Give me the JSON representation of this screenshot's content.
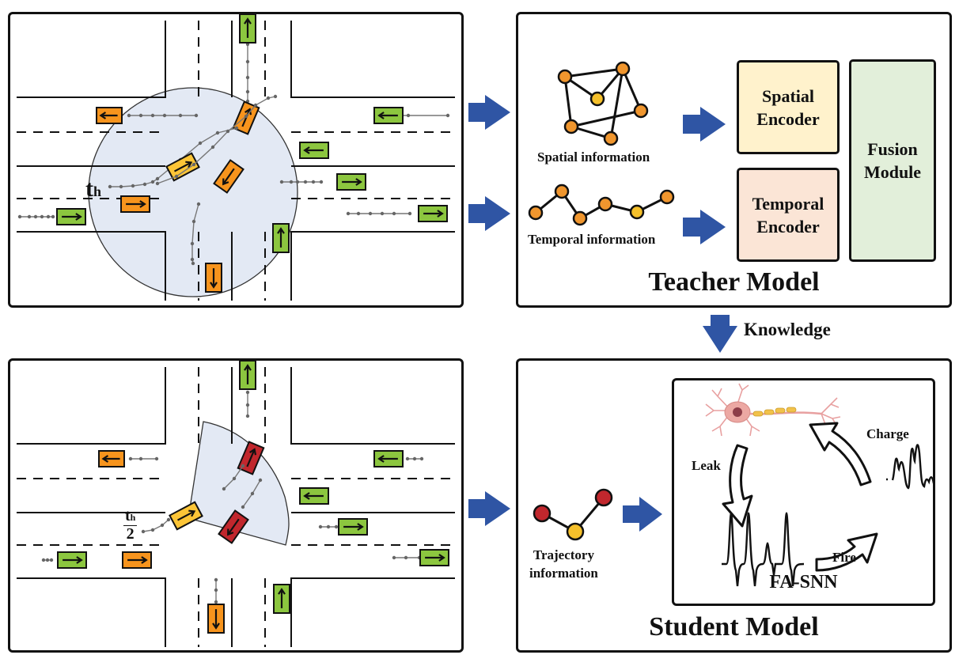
{
  "colors": {
    "arrow_blue": "#2f55a4",
    "car_green": "#8cc63f",
    "car_orange": "#f7941d",
    "car_yellow": "#fcc537",
    "car_red": "#c1272d",
    "interaction_zone": "#e3e9f4",
    "spatial_encoder_fill": "#fff2cc",
    "temporal_encoder_fill": "#fbe5d6",
    "fusion_module_fill": "#e2efda",
    "node_orange": "#f0962e",
    "node_yellow": "#f5c02b",
    "node_red": "#c1272d"
  },
  "scene_top": {
    "time_label": "t",
    "time_subscript": "h",
    "zone_shape": "circle"
  },
  "scene_bottom": {
    "time_label_numerator": "t",
    "time_label_subscript": "h",
    "time_label_denominator": "2",
    "zone_shape": "sector"
  },
  "teacher": {
    "title": "Teacher Model",
    "spatial_info_label": "Spatial information",
    "temporal_info_label": "Temporal information",
    "spatial_encoder_line1": "Spatial",
    "spatial_encoder_line2": "Encoder",
    "temporal_encoder_line1": "Temporal",
    "temporal_encoder_line2": "Encoder",
    "fusion_line1": "Fusion",
    "fusion_line2": "Module"
  },
  "knowledge_label": "Knowledge",
  "student": {
    "title": "Student Model",
    "trajectory_line1": "Trajectory",
    "trajectory_line2": "information",
    "snn_title": "FA-SNN",
    "leak_label": "Leak",
    "charge_label": "Charge",
    "fire_label": "Fire"
  }
}
